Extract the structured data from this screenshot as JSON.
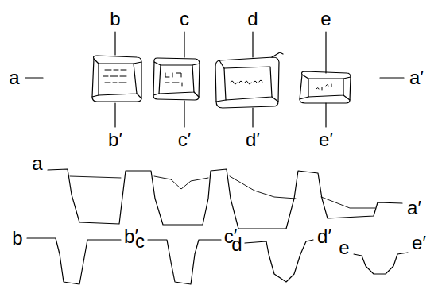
{
  "diagram": {
    "labels": [
      "b",
      "c",
      "d",
      "e",
      "a",
      "a′",
      "b′",
      "c′",
      "d′",
      "e′",
      "a",
      "a′",
      "b",
      "b′",
      "c",
      "c′",
      "d",
      "d′",
      "e",
      "e′"
    ]
  }
}
